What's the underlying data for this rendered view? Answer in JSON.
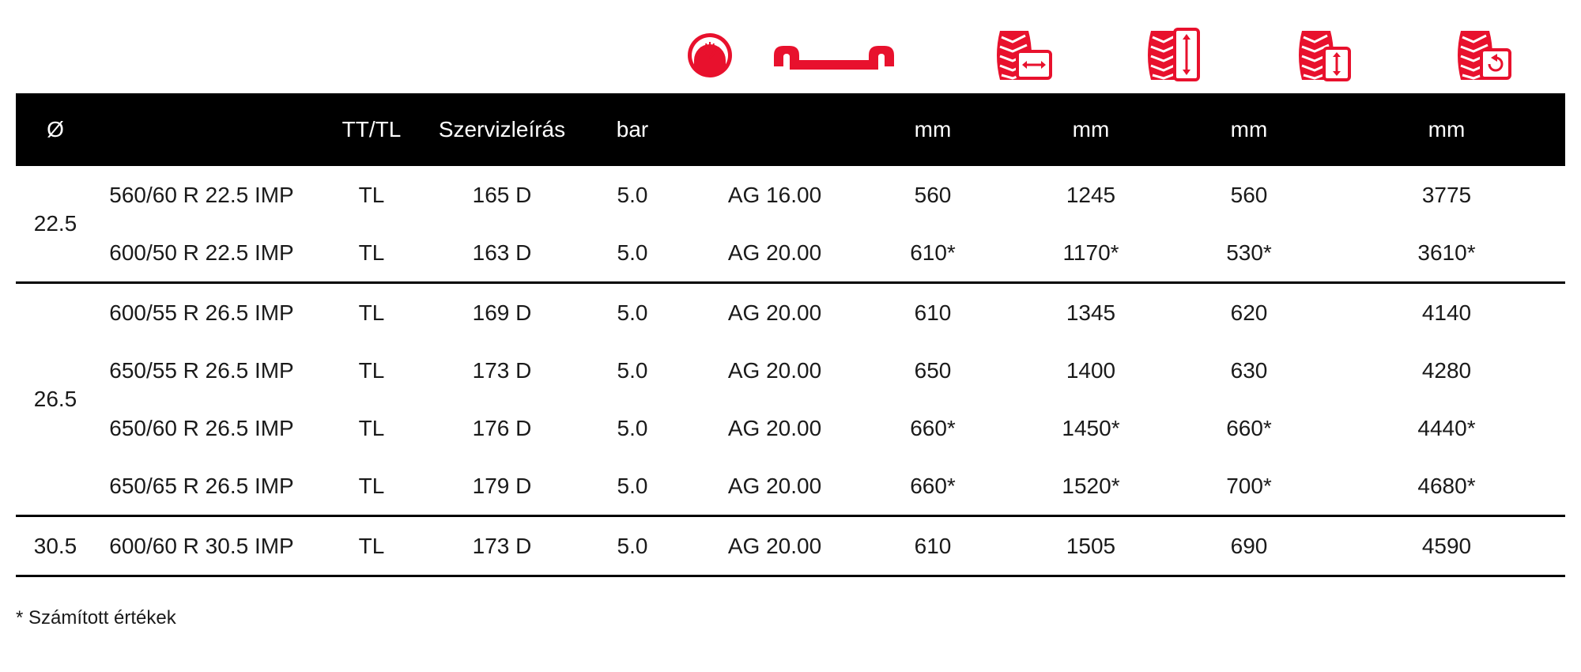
{
  "colors": {
    "accent": "#e8112d",
    "header_bg": "#000000",
    "header_text": "#ffffff"
  },
  "icons": [
    {
      "name": "pressure-gauge-icon"
    },
    {
      "name": "rim-profile-icon"
    },
    {
      "name": "tire-width-icon"
    },
    {
      "name": "tire-diameter-icon"
    },
    {
      "name": "tire-static-radius-icon"
    },
    {
      "name": "tire-rolling-circumference-icon"
    }
  ],
  "header": {
    "diameter": "Ø",
    "size": "",
    "tt_tl": "TT/TL",
    "service": "Szervizleírás",
    "pressure": "bar",
    "rim": "",
    "width": "mm",
    "diameter_mm": "mm",
    "radius": "mm",
    "circumference": "mm"
  },
  "groups": [
    {
      "diameter": "22.5",
      "rows": [
        {
          "size": "560/60 R 22.5 IMP",
          "tt_tl": "TL",
          "service": "165 D",
          "pressure": "5.0",
          "rim": "AG 16.00",
          "width": "560",
          "diameter_mm": "1245",
          "radius": "560",
          "circumference": "3775"
        },
        {
          "size": "600/50 R 22.5 IMP",
          "tt_tl": "TL",
          "service": "163 D",
          "pressure": "5.0",
          "rim": "AG 20.00",
          "width": "610*",
          "diameter_mm": "1170*",
          "radius": "530*",
          "circumference": "3610*"
        }
      ]
    },
    {
      "diameter": "26.5",
      "rows": [
        {
          "size": "600/55 R 26.5 IMP",
          "tt_tl": "TL",
          "service": "169 D",
          "pressure": "5.0",
          "rim": "AG 20.00",
          "width": "610",
          "diameter_mm": "1345",
          "radius": "620",
          "circumference": "4140"
        },
        {
          "size": "650/55 R 26.5 IMP",
          "tt_tl": "TL",
          "service": "173 D",
          "pressure": "5.0",
          "rim": "AG 20.00",
          "width": "650",
          "diameter_mm": "1400",
          "radius": "630",
          "circumference": "4280"
        },
        {
          "size": "650/60 R 26.5 IMP",
          "tt_tl": "TL",
          "service": "176 D",
          "pressure": "5.0",
          "rim": "AG 20.00",
          "width": "660*",
          "diameter_mm": "1450*",
          "radius": "660*",
          "circumference": "4440*"
        },
        {
          "size": "650/65 R 26.5 IMP",
          "tt_tl": "TL",
          "service": "179 D",
          "pressure": "5.0",
          "rim": "AG 20.00",
          "width": "660*",
          "diameter_mm": "1520*",
          "radius": "700*",
          "circumference": "4680*"
        }
      ]
    },
    {
      "diameter": "30.5",
      "rows": [
        {
          "size": "600/60 R 30.5 IMP",
          "tt_tl": "TL",
          "service": "173 D",
          "pressure": "5.0",
          "rim": "AG 20.00",
          "width": "610",
          "diameter_mm": "1505",
          "radius": "690",
          "circumference": "4590"
        }
      ]
    }
  ],
  "footnote": "* Számított értékek"
}
